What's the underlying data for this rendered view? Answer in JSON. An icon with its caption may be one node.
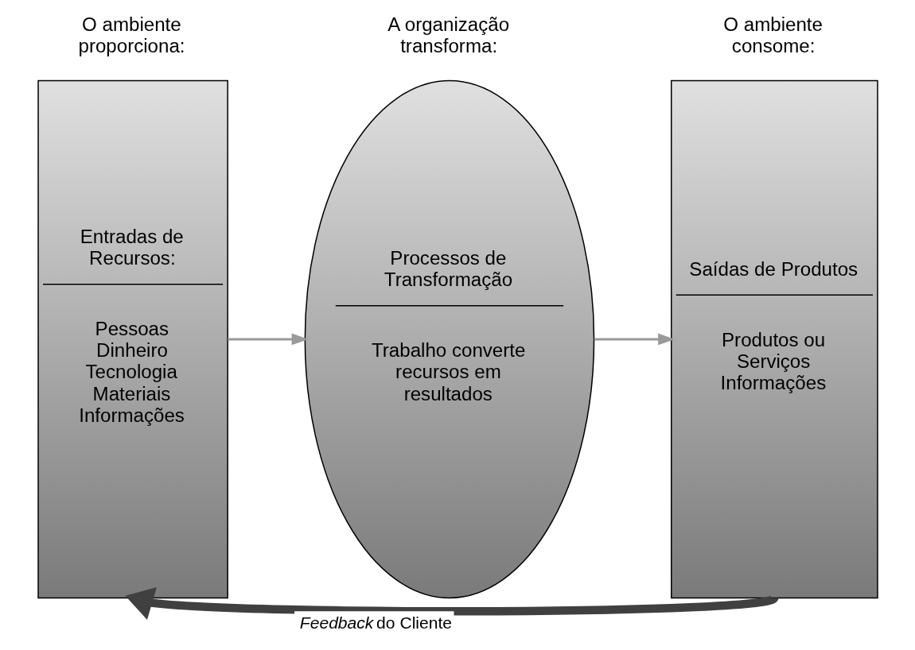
{
  "diagram": {
    "nodes": [
      {
        "text": [
          "Entradas de Recursos:",
          "Pessoas Dinheiro Tecnologia Materiais Informações"
        ],
        "beside": [
          "O ambiente proporciona:"
        ]
      },
      {
        "text": [
          "Processos de Transformação",
          "Trabalho converte recursos em resultados"
        ],
        "beside": [
          "A organização transforma:"
        ]
      },
      {
        "text": [
          "Saídas de Produtos",
          "Produtos ou Serviços Informações"
        ],
        "beside": [
          "O ambiente consome:"
        ]
      }
    ],
    "edges": [
      {
        "from": 0,
        "to": 1,
        "arrow": "to"
      },
      {
        "from": 1,
        "to": 2,
        "arrow": "to"
      },
      {
        "from": 2,
        "to": 0,
        "arrow": "to",
        "style": "thick",
        "color": "#404040",
        "label": "*Feedback* do Cliente"
      }
    ]
  }
}
